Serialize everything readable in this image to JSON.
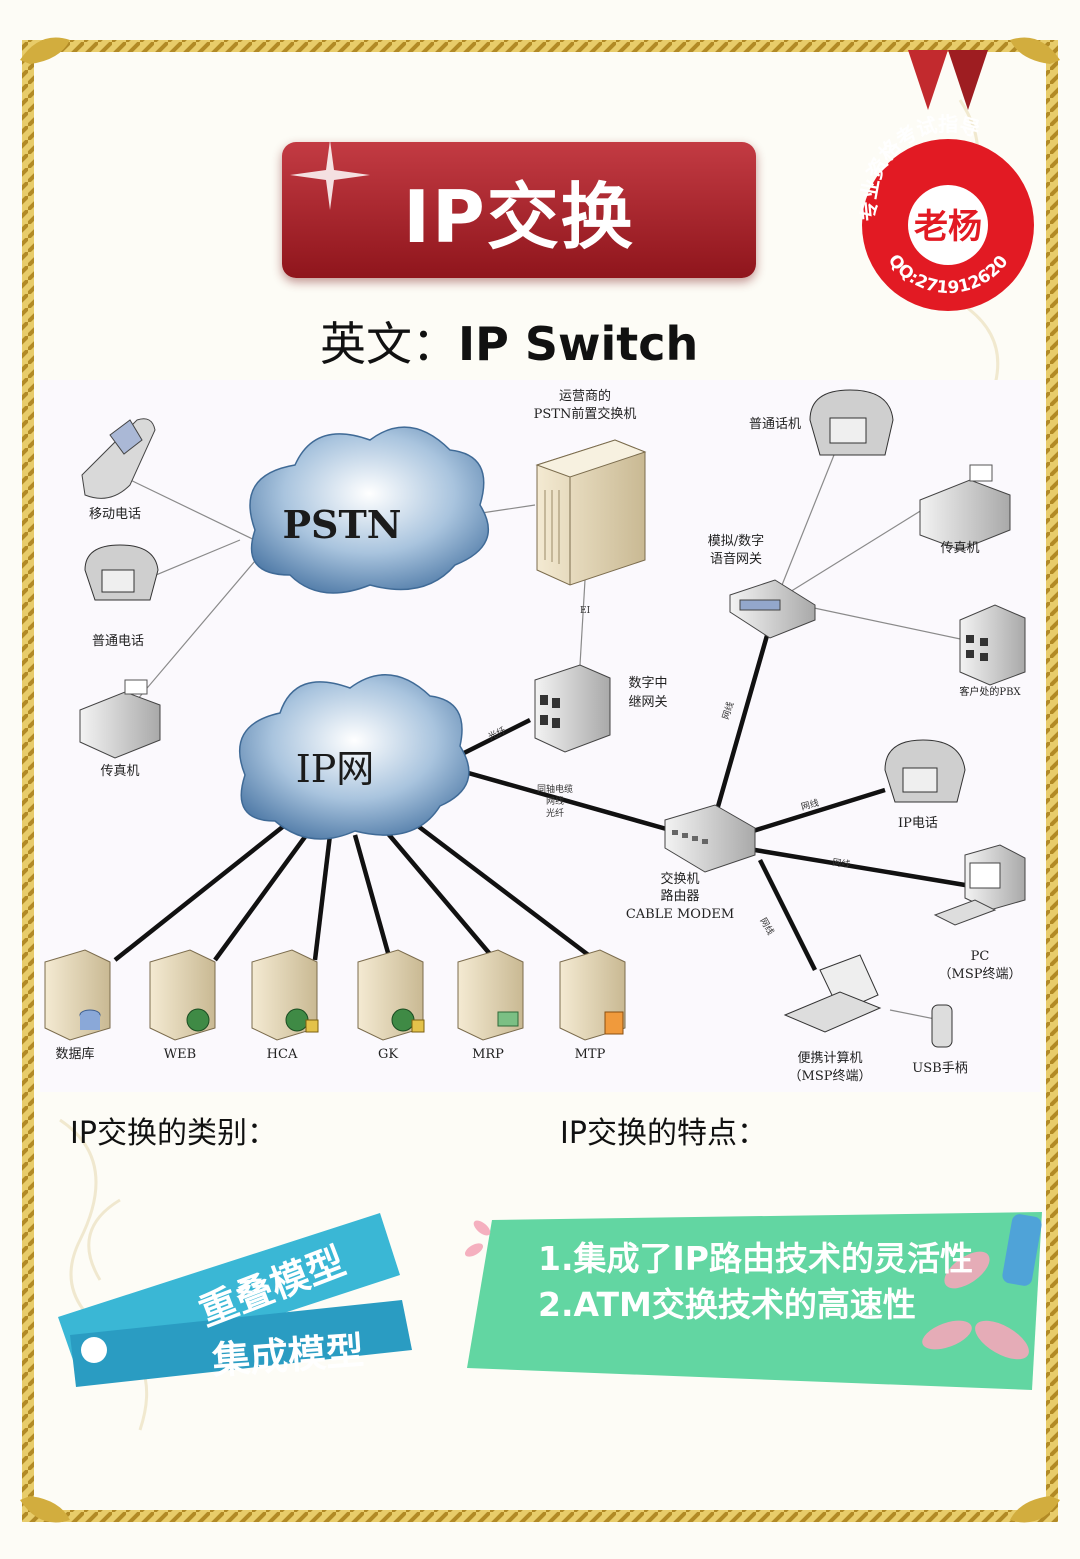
{
  "title": "IP交换",
  "subtitle_prefix": "英文：",
  "subtitle_en": "IP Switch",
  "stamp": {
    "ring_text": "专业资格考试指导",
    "center": "老杨",
    "qq": "QQ:271912620",
    "color": "#e21a23"
  },
  "diagram": {
    "clouds": {
      "pstn": "PSTN",
      "ipnet": "IP网"
    },
    "nodes": {
      "operator_switch": [
        "运营商的",
        "PSTN前置交换机"
      ],
      "mobile_phone": "移动电话",
      "phone_left": "普通电话",
      "fax_left": "传真机",
      "phone_right": "普通话机",
      "fax_right": "传真机",
      "gateway_voice": [
        "模拟/数字",
        "语音网关"
      ],
      "customer_pbx": "客户处的PBX",
      "trunk_gateway": [
        "数字中",
        "继网关"
      ],
      "ip_phone": "IP电话",
      "switch_router": [
        "交换机",
        "路由器",
        "CABLE MODEM"
      ],
      "pc": [
        "PC",
        "（MSP终端）"
      ],
      "laptop": [
        "便携计算机",
        "（MSP终端）"
      ],
      "usb_handset": "USB手柄"
    },
    "links": {
      "e1": "EI",
      "fiber": "光纤",
      "coax": [
        "同轴电缆",
        "网线",
        "光纤"
      ],
      "net1": "网线",
      "net2": "网线",
      "net3": "网线",
      "net4": "网线"
    },
    "servers": [
      "数据库",
      "WEB",
      "HCA",
      "GK",
      "MRP",
      "MTP"
    ]
  },
  "categories_label": "IP交换的类别：",
  "features_label": "IP交换的特点：",
  "categories": [
    "重叠模型",
    "集成模型"
  ],
  "features": [
    "1.集成了IP路由技术的灵活性",
    "2.ATM交换技术的高速性"
  ],
  "colors": {
    "banner": "#a7222a",
    "tag": "#2ea8c7",
    "feature_box": "#5fd7a3",
    "frame": "#d9b544"
  }
}
